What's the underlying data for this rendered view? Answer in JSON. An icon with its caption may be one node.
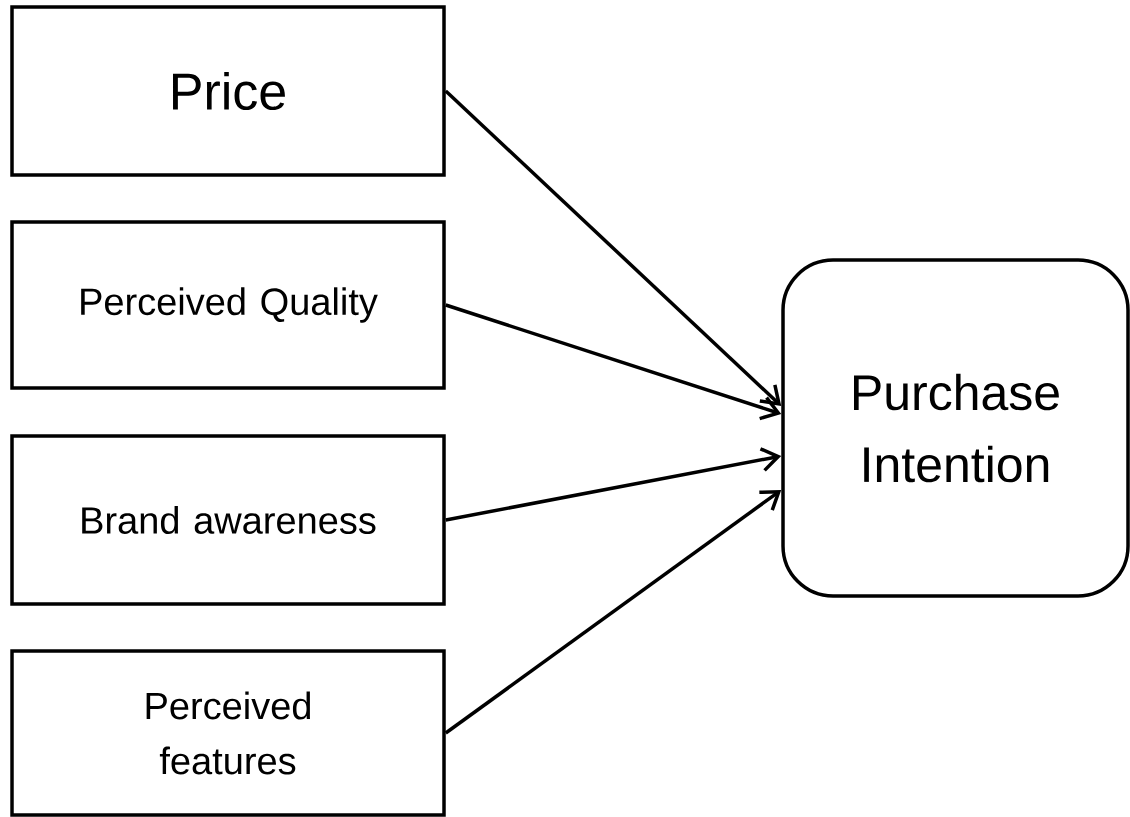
{
  "diagram": {
    "nodes": [
      {
        "text": [
          "Price"
        ]
      },
      {
        "text": [
          "Perceived Quality"
        ]
      },
      {
        "text": [
          "Brand awareness"
        ]
      },
      {
        "text": [
          "Perceived features"
        ]
      },
      {
        "text": [
          "Purchase Intention"
        ]
      }
    ],
    "edges": [
      {
        "from": 0,
        "to": 4,
        "arrow": "to"
      },
      {
        "from": 1,
        "to": 4,
        "arrow": "to"
      },
      {
        "from": 2,
        "to": 4,
        "arrow": "to"
      },
      {
        "from": 3,
        "to": 4,
        "arrow": "to"
      }
    ]
  }
}
